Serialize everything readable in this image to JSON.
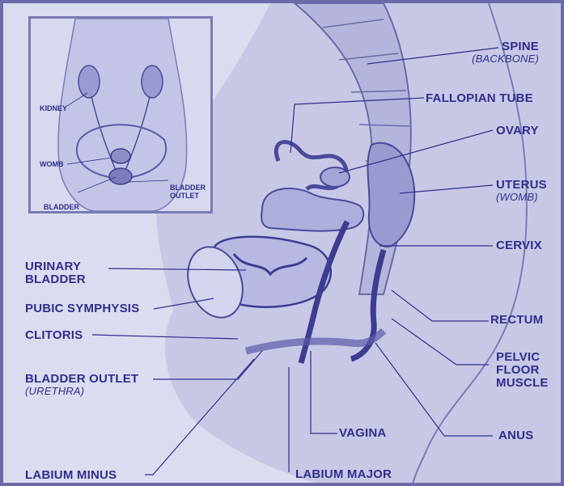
{
  "colors": {
    "ink": "#2e2e8c",
    "tissue": "#c8c8e6",
    "shade": "#8e8ec6",
    "background": "#dcdcf0",
    "border": "#6a6aa8"
  },
  "labels": {
    "spine": "SPINE",
    "spine_sub": "(BACKBONE)",
    "fallopian_tube": "FALLOPIAN TUBE",
    "ovary": "OVARY",
    "uterus": "UTERUS",
    "uterus_sub": "(WOMB)",
    "cervix": "CERVIX",
    "rectum": "RECTUM",
    "pelvic_floor_muscle_1": "PELVIC",
    "pelvic_floor_muscle_2": "FLOOR",
    "pelvic_floor_muscle_3": "MUSCLE",
    "anus": "ANUS",
    "vagina": "VAGINA",
    "labium_major": "LABIUM MAJOR",
    "labium_minus": "LABIUM MINUS",
    "bladder_outlet": "BLADDER OUTLET",
    "bladder_outlet_sub": "(URETHRA)",
    "clitoris": "CLITORIS",
    "pubic_symphysis": "PUBIC SYMPHYSIS",
    "urinary_bladder_1": "URINARY",
    "urinary_bladder_2": "BLADDER"
  },
  "inset": {
    "kidney": "KIDNEY",
    "womb": "WOMB",
    "bladder": "BLADDER",
    "bladder_outlet_1": "BLADDER",
    "bladder_outlet_2": "OUTLET"
  }
}
